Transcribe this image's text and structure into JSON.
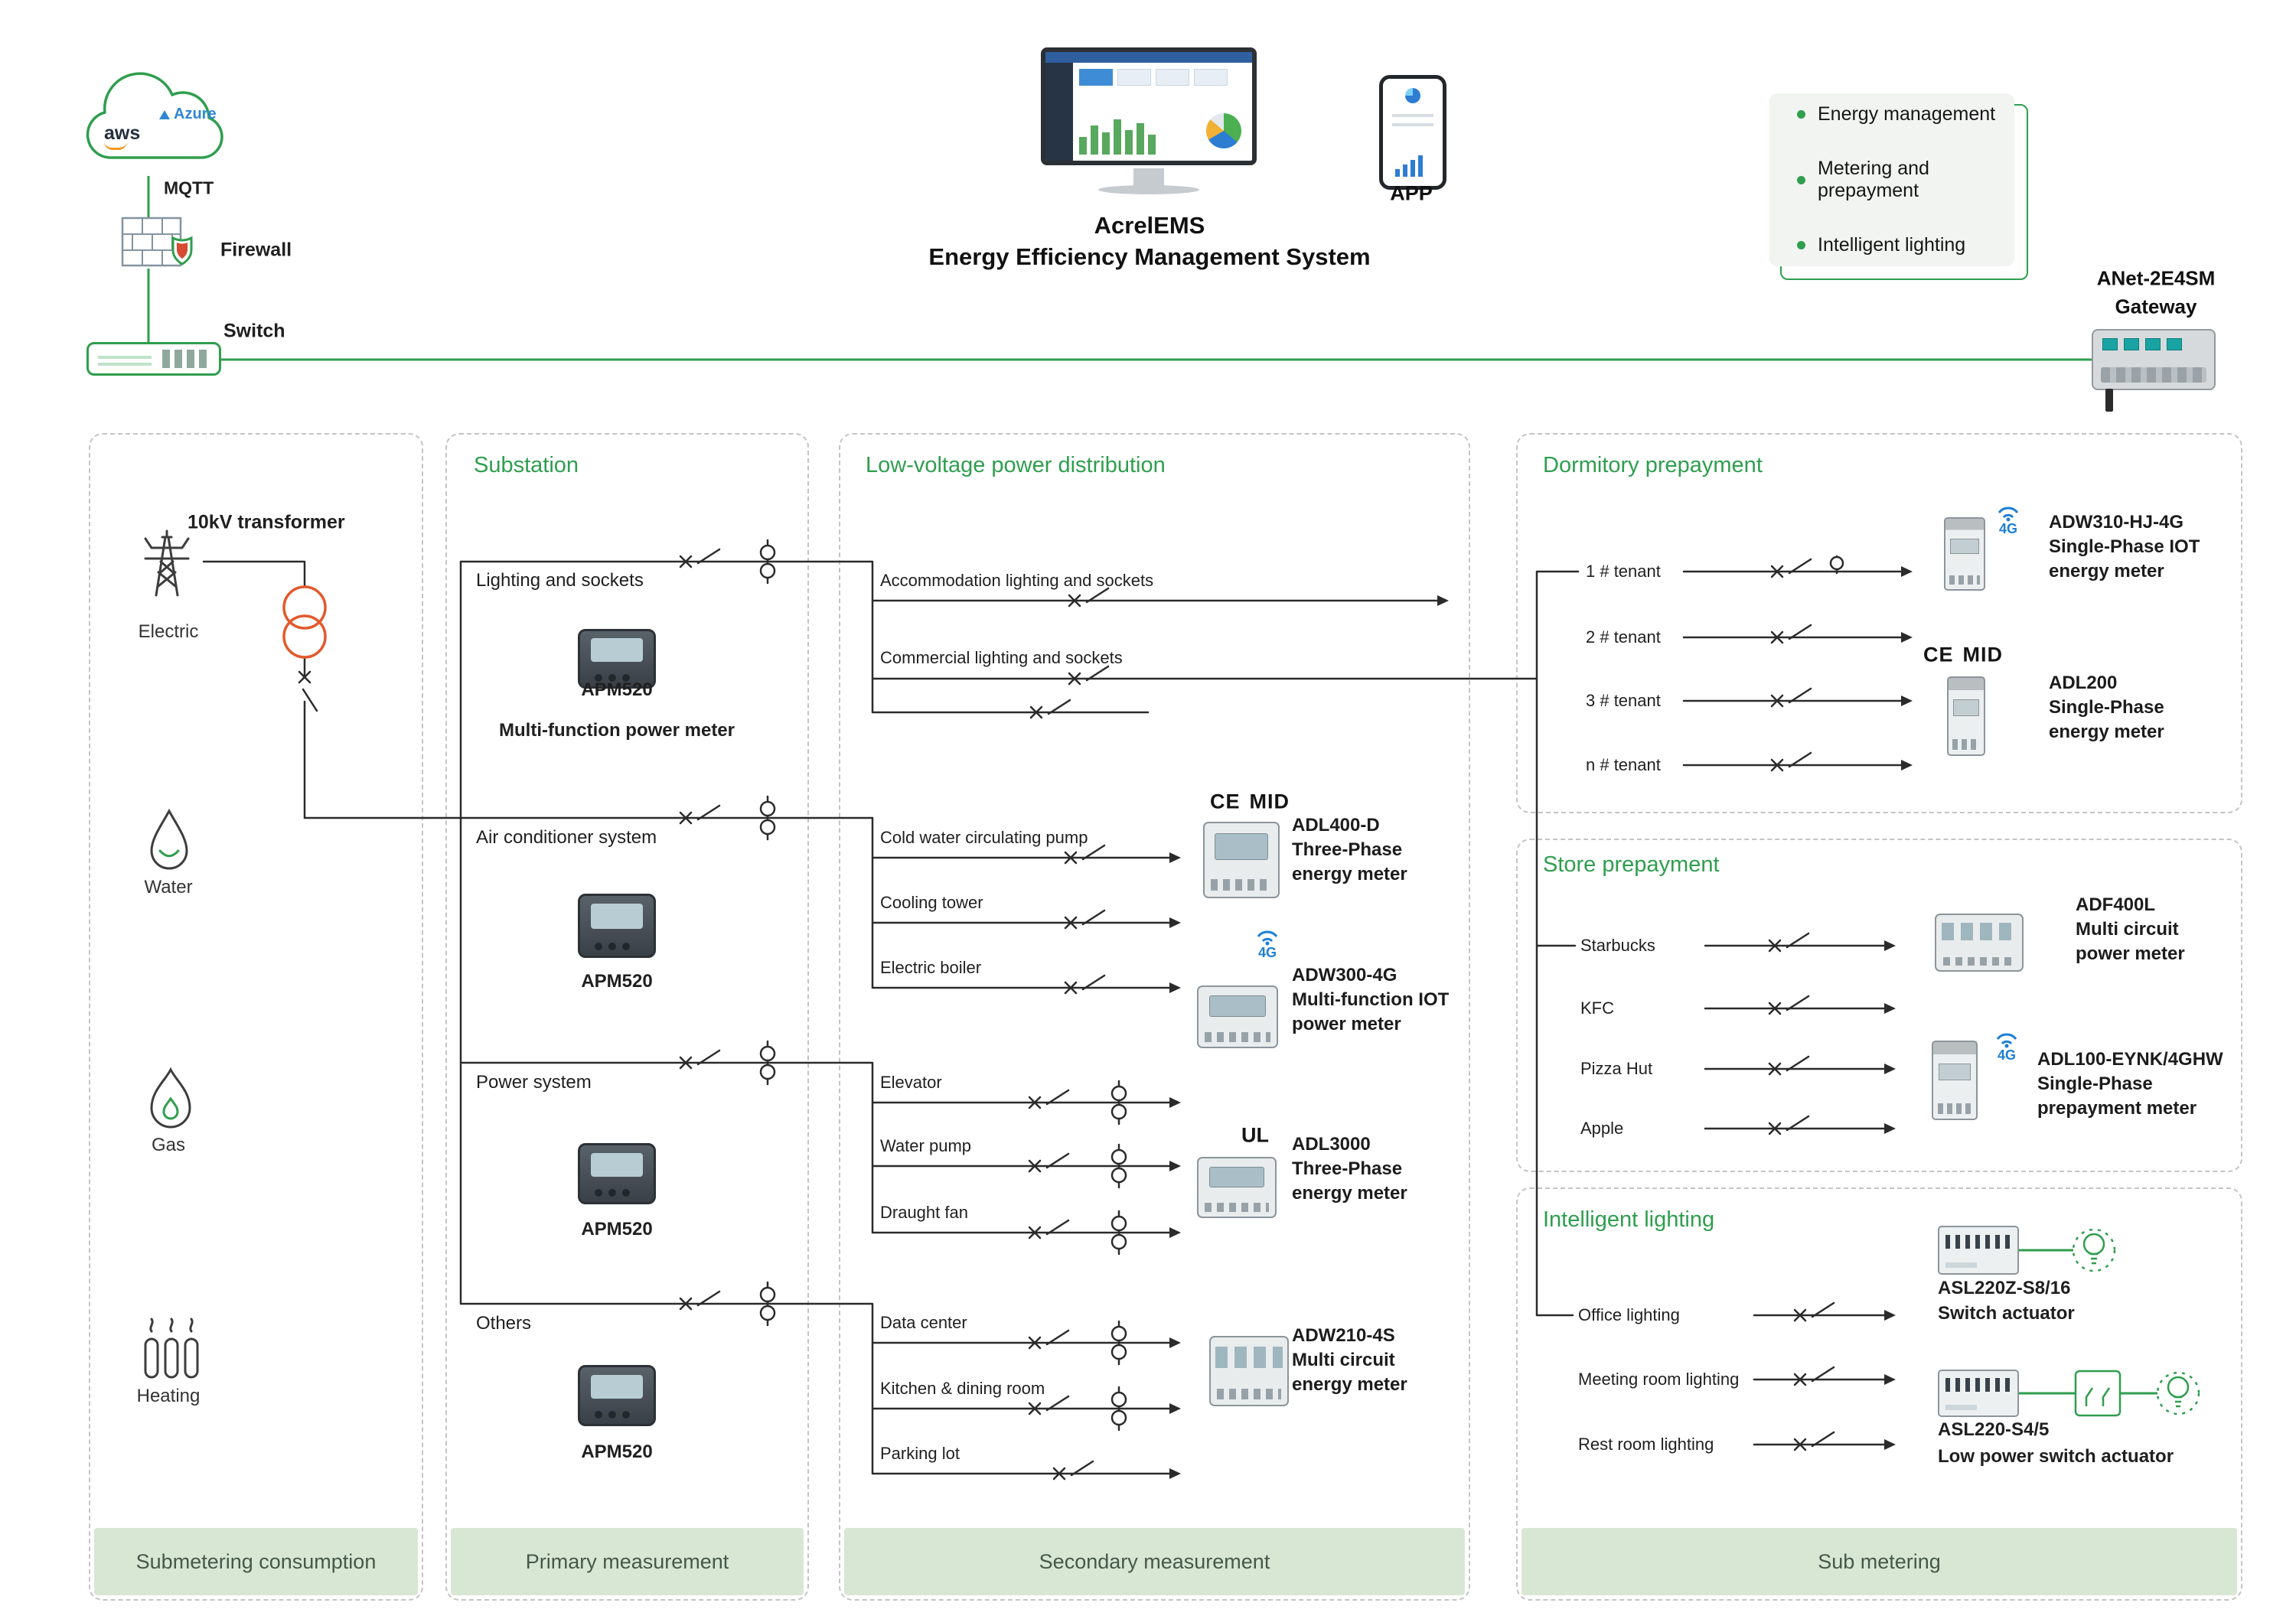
{
  "colors": {
    "accent": "#2f9e4e"
  },
  "top": {
    "cloud_aws": "aws",
    "cloud_azure": "Azure",
    "mqtt": "MQTT",
    "firewall": "Firewall",
    "switch": "Switch",
    "system_name": "AcrelEMS",
    "system_desc": "Energy Efficiency Management System",
    "app": "APP",
    "features": [
      "Energy management",
      "Metering and prepayment",
      "Intelligent lighting"
    ],
    "gateway_model": "ANet-2E4SM",
    "gateway_label": "Gateway"
  },
  "sources": {
    "transformer_label": "10kV transformer",
    "electric": "Electric",
    "water": "Water",
    "gas": "Gas",
    "heating": "Heating",
    "footer": "Submetering consumption"
  },
  "substation": {
    "title": "Substation",
    "footer": "Primary measurement",
    "branches": [
      "Lighting and sockets",
      "Air conditioner system",
      "Power system",
      "Others"
    ],
    "meters": [
      "APM520",
      "APM520",
      "APM520",
      "APM520"
    ],
    "meter_desc": "Multi-function power meter"
  },
  "lv": {
    "title": "Low-voltage power distribution",
    "footer": "Secondary measurement",
    "circuits": [
      "Accommodation lighting and sockets",
      "Commercial lighting and sockets",
      "Cold water circulating pump",
      "Cooling tower",
      "Electric boiler",
      "Elevator",
      "Water pump",
      "Draught fan",
      "Data center",
      "Kitchen & dining room",
      "Parking lot"
    ],
    "meters": [
      {
        "badge_ce": "CE",
        "badge_mid": "MID",
        "name": "ADL400-D",
        "line1": "Three-Phase",
        "line2": "energy meter"
      },
      {
        "badge_4g": "4G",
        "name": "ADW300-4G",
        "line1": "Multi-function IOT",
        "line2": "power meter"
      },
      {
        "badge_ul": "UL",
        "name": "ADL3000",
        "line1": "Three-Phase",
        "line2": "energy meter"
      },
      {
        "name": "ADW210-4S",
        "line1": "Multi circuit",
        "line2": "energy meter"
      }
    ]
  },
  "dormitory": {
    "title": "Dormitory prepayment",
    "tenants": [
      "1 # tenant",
      "2 # tenant",
      "3 # tenant",
      "n # tenant"
    ],
    "meters": [
      {
        "badge_4g": "4G",
        "name": "ADW310-HJ-4G",
        "line1": "Single-Phase IOT",
        "line2": "energy meter"
      },
      {
        "badge_ce": "CE",
        "badge_mid": "MID",
        "name": "ADL200",
        "line1": "Single-Phase",
        "line2": "energy meter"
      }
    ]
  },
  "store": {
    "title": "Store prepayment",
    "tenants": [
      "Starbucks",
      "KFC",
      "Pizza Hut",
      "Apple"
    ],
    "meters": [
      {
        "name": "ADF400L",
        "line1": "Multi circuit",
        "line2": "power meter"
      },
      {
        "badge_4g": "4G",
        "name": "ADL100-EYNK/4GHW",
        "line1": "Single-Phase",
        "line2": "prepayment meter"
      }
    ]
  },
  "lighting": {
    "title": "Intelligent lighting",
    "footer": "Sub metering",
    "circuits": [
      "Office lighting",
      "Meeting room lighting",
      "Rest room lighting"
    ],
    "actuators": [
      {
        "name": "ASL220Z-S8/16",
        "desc": "Switch actuator"
      },
      {
        "name": "ASL220-S4/5",
        "desc": "Low power switch actuator"
      }
    ]
  }
}
